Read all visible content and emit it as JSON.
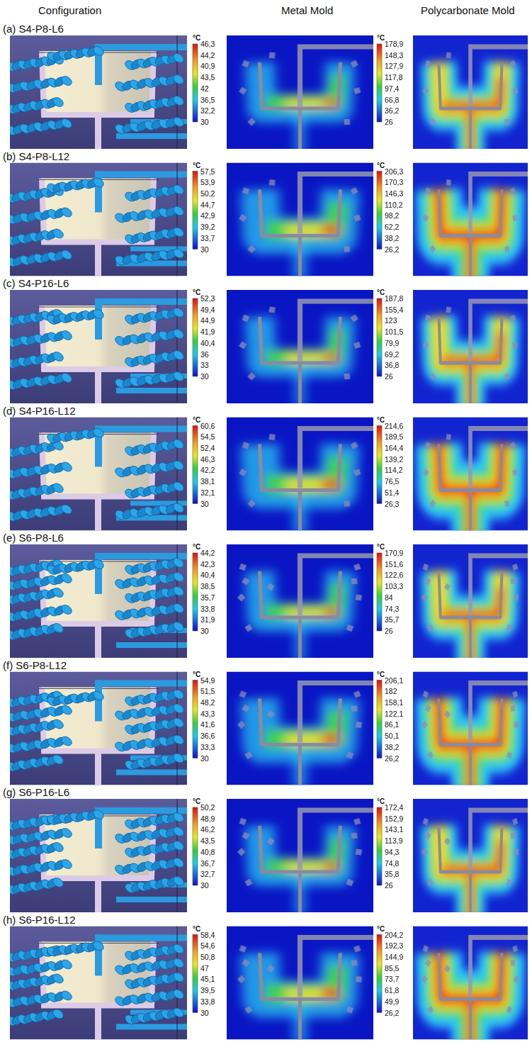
{
  "diagram": {
    "labels": [
      "Configuration",
      "Metal Mold",
      "Polycarbonate Mold",
      "(a) S4-P8-L6",
      "°C",
      "46,3",
      "44,2",
      "40,9",
      "43,5",
      "42",
      "36,5",
      "32,2",
      "30",
      "°C",
      "178,9",
      "148,3",
      "127,9",
      "117,8",
      "97,4",
      "66,8",
      "36,2",
      "26",
      "(b) S4-P8-L12",
      "°C",
      "57,5",
      "53,9",
      "50,2",
      "44,7",
      "42,9",
      "39,2",
      "33,7",
      "30",
      "°C",
      "206,3",
      "170,3",
      "146,3",
      "110,2",
      "98,2",
      "62,2",
      "38,2",
      "26,2",
      "(c) S4-P16-L6",
      "°C",
      "52,3",
      "49,4",
      "44,9",
      "41,9",
      "40,4",
      "36",
      "33",
      "30",
      "°C",
      "187,8",
      "155,4",
      "123",
      "101,5",
      "79,9",
      "69,2",
      "36,8",
      "26",
      "(d) S4-P16-L12",
      "°C",
      "60,6",
      "54,5",
      "52,4",
      "46,3",
      "42,2",
      "38,1",
      "32,1",
      "30",
      "°C",
      "214,6",
      "189,5",
      "164,4",
      "139,2",
      "114,2",
      "76,5",
      "51,4",
      "26,3",
      "(e) S6-P8-L6",
      "°C",
      "44,2",
      "42,3",
      "40,4",
      "38,5",
      "35,7",
      "33,8",
      "31,9",
      "30",
      "°C",
      "170,9",
      "151,6",
      "122,6",
      "103,3",
      "84",
      "74,3",
      "35,7",
      "26",
      "(f) S6-P8-L12",
      "°C",
      "54,9",
      "51,5",
      "48,2",
      "43,3",
      "41,6",
      "36,6",
      "33,3",
      "30",
      "°C",
      "206,1",
      "182",
      "158,1",
      "122,1",
      "86,1",
      "50,1",
      "38,2",
      "26,2",
      "(g) S6-P16-L6",
      "°C",
      "50,2",
      "48,9",
      "46,2",
      "43,5",
      "40,8",
      "36,7",
      "32,7",
      "30",
      "°C",
      "172,4",
      "152,9",
      "143,1",
      "113,9",
      "94,3",
      "74,8",
      "35,8",
      "26",
      "(h) S6-P16-L12",
      "°C",
      "58,4",
      "54,6",
      "50,8",
      "47",
      "45,1",
      "39,5",
      "33,8",
      "30",
      "°C",
      "204,2",
      "192,3",
      "144,9",
      "85,5",
      "73,7",
      "61,8",
      "49,9",
      "26,2"
    ]
  }
}
